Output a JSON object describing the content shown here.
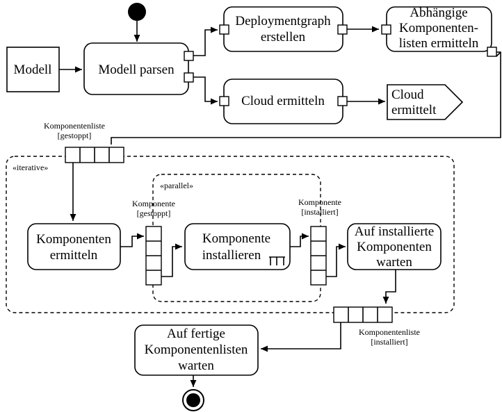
{
  "nodes": {
    "model": "Modell",
    "parse_model": "Modell parsen",
    "create_deployment_graph": [
      "Deploymentgraph",
      "erstellen"
    ],
    "dependent_lists": [
      "Abhängige",
      "Komponenten-",
      "listen ermitteln"
    ],
    "determine_cloud": "Cloud ermitteln",
    "cloud_determined_signal": [
      "Cloud",
      "ermittelt"
    ],
    "determine_components": [
      "Komponenten",
      "ermitteln"
    ],
    "install_component": [
      "Komponente",
      "installieren"
    ],
    "wait_installed": [
      "Auf installierte",
      "Komponenten",
      "warten"
    ],
    "wait_finished_lists": [
      "Auf fertige",
      "Komponentenlisten",
      "warten"
    ]
  },
  "regions": {
    "iterative": "«iterative»",
    "parallel": "«parallel»"
  },
  "pins": {
    "list_stopped": [
      "Komponentenliste",
      "[gestoppt]"
    ],
    "component_stopped": [
      "Komponente",
      "[gestoppt]"
    ],
    "component_installed": [
      "Komponente",
      "[installiert]"
    ],
    "list_installed": [
      "Komponentenliste",
      "[installiert]"
    ]
  }
}
